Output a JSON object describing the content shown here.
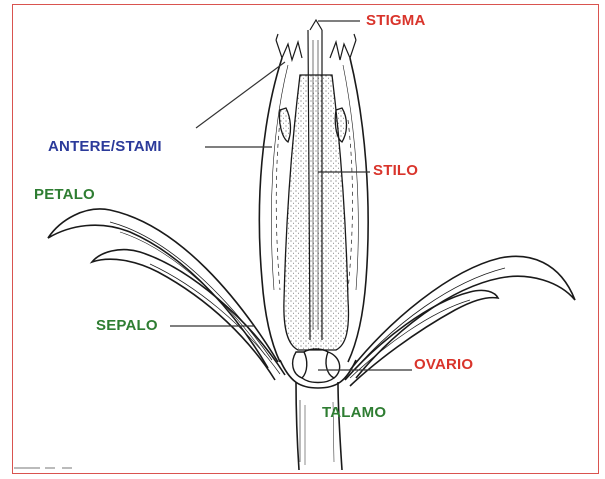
{
  "labels": {
    "stigma": "STIGMA",
    "antere": "ANTERE/STAMI",
    "stilo": "STILO",
    "petalo": "PETALO",
    "sepalo": "SEPALO",
    "ovario": "OVARIO",
    "talamo": "TALAMO"
  },
  "colors": {
    "red_label": "#d9342b",
    "blue_label": "#2b3a9a",
    "green_label": "#2e7d32",
    "frame": "#d9534f",
    "ink": "#1a1a1a"
  }
}
